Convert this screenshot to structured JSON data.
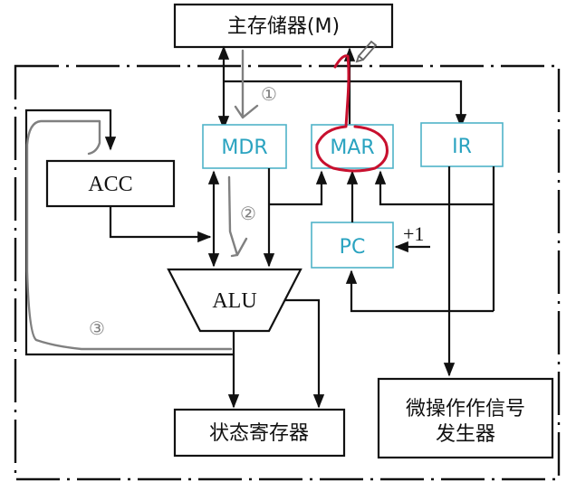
{
  "diagram": {
    "title": "CPU datapath: instruction fetch",
    "blocks": {
      "main_memory": "主存储器(M)",
      "mdr": "MDR",
      "mar": "MAR",
      "ir": "IR",
      "acc": "ACC",
      "pc": "PC",
      "alu": "ALU",
      "status_register": "状态寄存器",
      "micro_op_generator_line1": "微操作作信号",
      "micro_op_generator_line2": "发生器"
    },
    "pc_increment_label": "+1",
    "annotations": {
      "step1": "①",
      "step2": "②",
      "step3": "③"
    },
    "colors": {
      "register_border": "#4fb3c8",
      "register_text": "#2aa3c0",
      "annotation_gray": "#808080",
      "highlight_red": "#c8102e",
      "line": "#111111"
    }
  }
}
